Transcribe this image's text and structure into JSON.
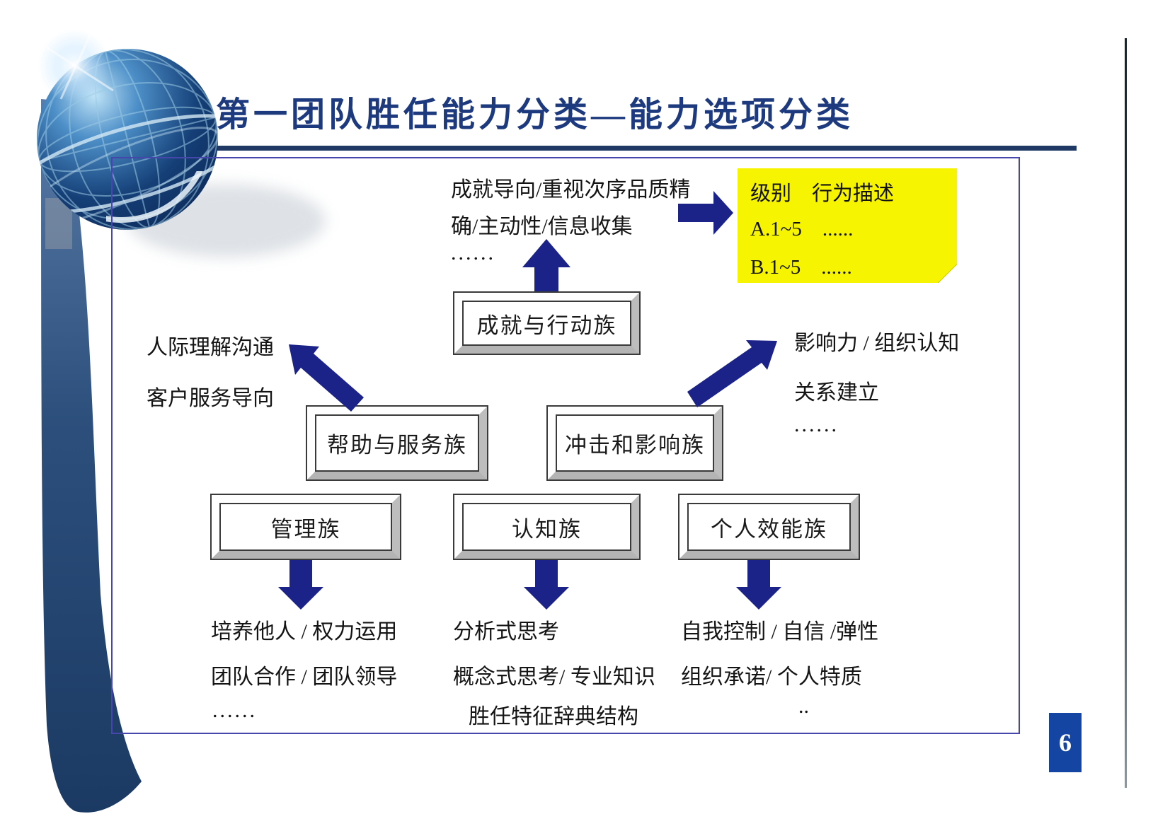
{
  "slide": {
    "title": "第一团队胜任能力分类—能力选项分类",
    "page_number": "6"
  },
  "colors": {
    "title_blue": "#1e3a7e",
    "underline_navy": "#1f3864",
    "arrow_navy": "#1b2288",
    "frame_border_purple": "#4646ad",
    "sticky_yellow": "#f7f402",
    "page_badge_blue": "#1545a2"
  },
  "top_note": {
    "line1": "成就导向/重视次序品质精",
    "line2": "确/主动性/信息收集",
    "line3": "......"
  },
  "sticky_note": {
    "line1": "级别　行为描述",
    "line2": "A.1~5    ......",
    "line3": "B.1~5    ......"
  },
  "left_note": {
    "line1": "人际理解沟通",
    "line2": "客户服务导向"
  },
  "right_note": {
    "line1": "影响力 / 组织认知",
    "line2": "关系建立",
    "line3": "......"
  },
  "boxes": {
    "achievement_action": "成就与行动族",
    "help_service": "帮助与服务族",
    "impact_influence": "冲击和影响族",
    "management": "管理族",
    "cognitive": "认知族",
    "personal_effectiveness": "个人效能族"
  },
  "bottom_notes": {
    "management": {
      "line1": "培养他人 / 权力运用",
      "line2": "团队合作 / 团队领导",
      "line3": "......"
    },
    "cognitive": {
      "line1": "分析式思考",
      "line2": "概念式思考/ 专业知识"
    },
    "personal": {
      "line1": "自我控制 / 自信 /弹性",
      "line2": "组织承诺/ 个人特质",
      "line3": ".."
    }
  },
  "caption": "胜任特征辞典结构"
}
